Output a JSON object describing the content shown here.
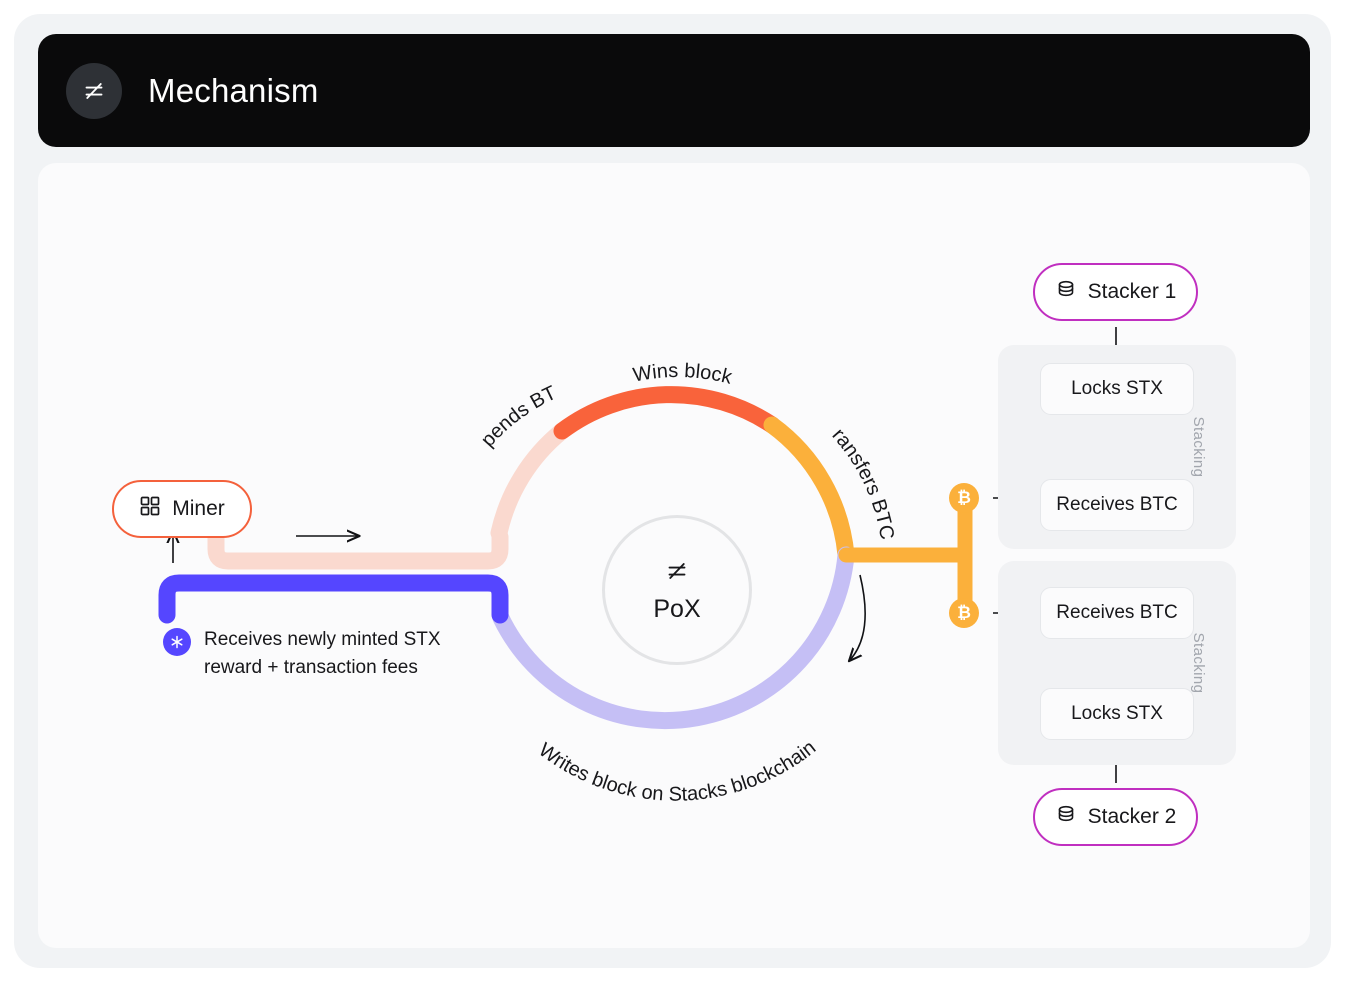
{
  "header": {
    "title": "Mechanism",
    "logo_icon": "stacks-logo-icon"
  },
  "center": {
    "label": "PoX",
    "logo_icon": "stacks-logo-icon"
  },
  "miner": {
    "label": "Miner",
    "icon": "grid-squares-icon",
    "border_color": "#f4613c"
  },
  "legend": {
    "icon": "stx-token-icon",
    "line1": "Receives newly minted STX",
    "line2": "reward + transaction fees",
    "badge_color": "#5546ff"
  },
  "arcs": [
    {
      "name": "spends-btc",
      "label": "Spends BTC",
      "color": "#fad9cf"
    },
    {
      "name": "wins-block",
      "label": "Wins block",
      "color": "#f9633b"
    },
    {
      "name": "transfers-btc",
      "label": "Transfers BTC",
      "color": "#fbb03b"
    },
    {
      "name": "writes-block",
      "label": "Writes block on Stacks blockchain",
      "color": "#c5bff5"
    }
  ],
  "reward_flow": {
    "color": "#5546ff",
    "btc_symbol": "₿",
    "coin_color": "#fbb03b"
  },
  "stackers": [
    {
      "name": "Stacker 1",
      "icon": "database-stack-icon",
      "border_color": "#c02fc0",
      "group_label": "Stacking",
      "steps": [
        "Locks STX",
        "Receives BTC"
      ]
    },
    {
      "name": "Stacker 2",
      "icon": "database-stack-icon",
      "border_color": "#c02fc0",
      "group_label": "Stacking",
      "steps": [
        "Receives BTC",
        "Locks STX"
      ]
    }
  ]
}
